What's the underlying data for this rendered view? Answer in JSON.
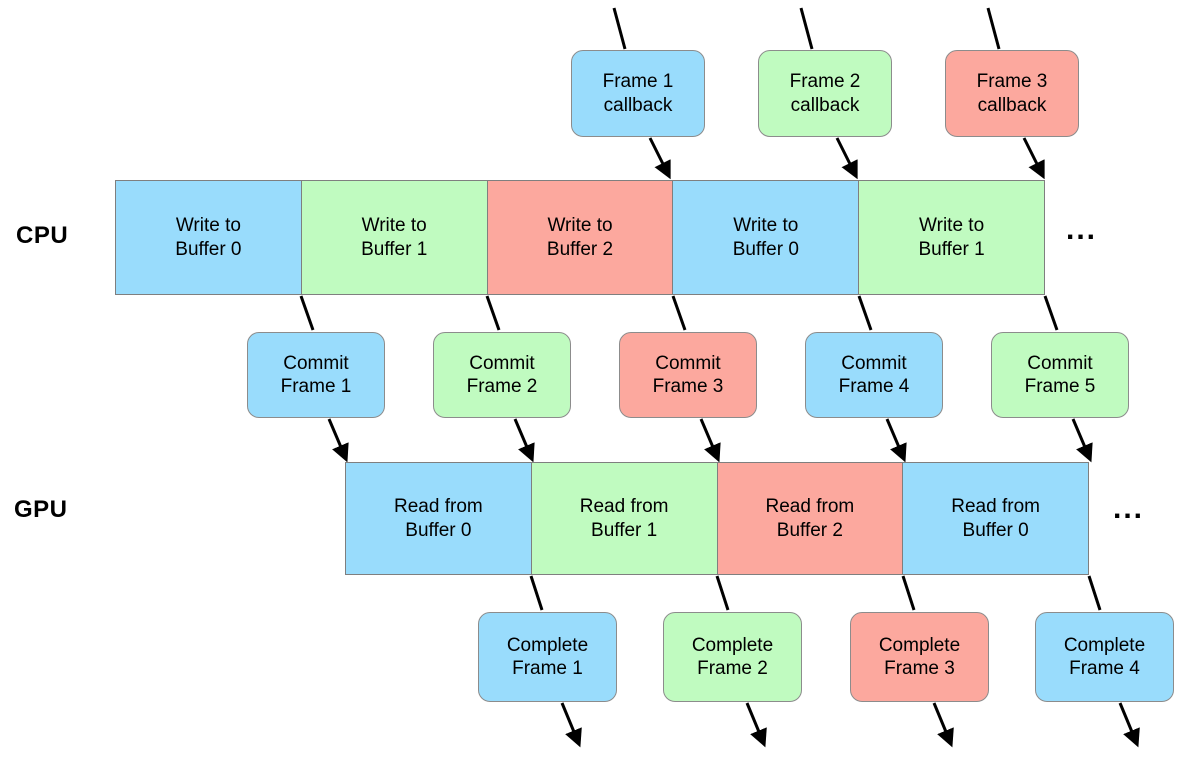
{
  "palette": {
    "blue": "#99dcfc",
    "green": "#c0fbc0",
    "red": "#fca89e"
  },
  "side_labels": {
    "cpu": "CPU",
    "gpu": "GPU"
  },
  "ellipsis": {
    "cpu": "...",
    "gpu": "..."
  },
  "callbacks": [
    {
      "label": "Frame 1\ncallback",
      "color": "blue"
    },
    {
      "label": "Frame 2\ncallback",
      "color": "green"
    },
    {
      "label": "Frame 3\ncallback",
      "color": "red"
    }
  ],
  "cpu_segments": [
    {
      "label": "Write to\nBuffer 0",
      "color": "blue"
    },
    {
      "label": "Write to\nBuffer 1",
      "color": "green"
    },
    {
      "label": "Write to\nBuffer 2",
      "color": "red"
    },
    {
      "label": "Write to\nBuffer 0",
      "color": "blue"
    },
    {
      "label": "Write to\nBuffer 1",
      "color": "green"
    }
  ],
  "commits": [
    {
      "label": "Commit\nFrame 1",
      "color": "blue"
    },
    {
      "label": "Commit\nFrame 2",
      "color": "green"
    },
    {
      "label": "Commit\nFrame 3",
      "color": "red"
    },
    {
      "label": "Commit\nFrame 4",
      "color": "blue"
    },
    {
      "label": "Commit\nFrame 5",
      "color": "green"
    }
  ],
  "gpu_segments": [
    {
      "label": "Read from\nBuffer 0",
      "color": "blue"
    },
    {
      "label": "Read from\nBuffer 1",
      "color": "green"
    },
    {
      "label": "Read from\nBuffer 2",
      "color": "red"
    },
    {
      "label": "Read from\nBuffer 0",
      "color": "blue"
    }
  ],
  "completes": [
    {
      "label": "Complete\nFrame 1",
      "color": "blue"
    },
    {
      "label": "Complete\nFrame 2",
      "color": "green"
    },
    {
      "label": "Complete\nFrame 3",
      "color": "red"
    },
    {
      "label": "Complete\nFrame 4",
      "color": "blue"
    }
  ]
}
